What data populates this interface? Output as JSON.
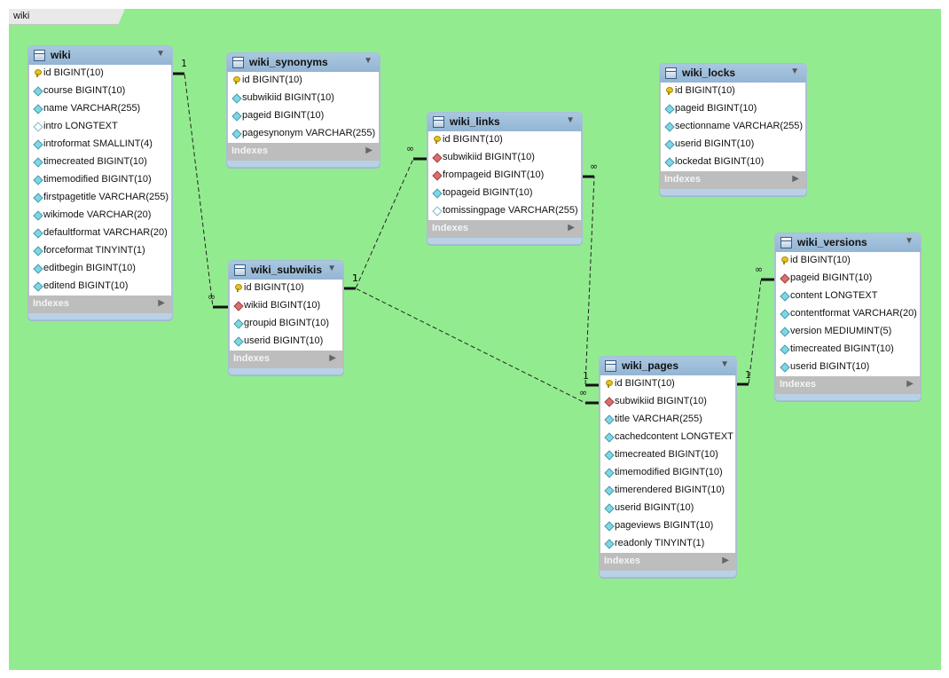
{
  "layer": {
    "name": "wiki"
  },
  "tables": [
    {
      "name": "wiki",
      "indexes_label": "Indexes",
      "columns": [
        {
          "icon": "key",
          "text": "id BIGINT(10)"
        },
        {
          "icon": "attr",
          "text": "course BIGINT(10)"
        },
        {
          "icon": "attr",
          "text": "name VARCHAR(255)"
        },
        {
          "icon": "nattr",
          "text": "intro LONGTEXT"
        },
        {
          "icon": "attr",
          "text": "introformat SMALLINT(4)"
        },
        {
          "icon": "attr",
          "text": "timecreated BIGINT(10)"
        },
        {
          "icon": "attr",
          "text": "timemodified BIGINT(10)"
        },
        {
          "icon": "attr",
          "text": "firstpagetitle VARCHAR(255)"
        },
        {
          "icon": "attr",
          "text": "wikimode VARCHAR(20)"
        },
        {
          "icon": "attr",
          "text": "defaultformat VARCHAR(20)"
        },
        {
          "icon": "attr",
          "text": "forceformat TINYINT(1)"
        },
        {
          "icon": "attr",
          "text": "editbegin BIGINT(10)"
        },
        {
          "icon": "attr",
          "text": "editend BIGINT(10)"
        }
      ]
    },
    {
      "name": "wiki_synonyms",
      "indexes_label": "Indexes",
      "columns": [
        {
          "icon": "key",
          "text": "id BIGINT(10)"
        },
        {
          "icon": "attr",
          "text": "subwikiid BIGINT(10)"
        },
        {
          "icon": "attr",
          "text": "pageid BIGINT(10)"
        },
        {
          "icon": "attr",
          "text": "pagesynonym VARCHAR(255)"
        }
      ]
    },
    {
      "name": "wiki_links",
      "indexes_label": "Indexes",
      "columns": [
        {
          "icon": "key",
          "text": "id BIGINT(10)"
        },
        {
          "icon": "fk",
          "text": "subwikiid BIGINT(10)"
        },
        {
          "icon": "fk",
          "text": "frompageid BIGINT(10)"
        },
        {
          "icon": "attr",
          "text": "topageid BIGINT(10)"
        },
        {
          "icon": "nattr",
          "text": "tomissingpage VARCHAR(255)"
        }
      ]
    },
    {
      "name": "wiki_locks",
      "indexes_label": "Indexes",
      "columns": [
        {
          "icon": "key",
          "text": "id BIGINT(10)"
        },
        {
          "icon": "attr",
          "text": "pageid BIGINT(10)"
        },
        {
          "icon": "attr",
          "text": "sectionname VARCHAR(255)"
        },
        {
          "icon": "attr",
          "text": "userid BIGINT(10)"
        },
        {
          "icon": "attr",
          "text": "lockedat BIGINT(10)"
        }
      ]
    },
    {
      "name": "wiki_subwikis",
      "indexes_label": "Indexes",
      "columns": [
        {
          "icon": "key",
          "text": "id BIGINT(10)"
        },
        {
          "icon": "fk",
          "text": "wikiid BIGINT(10)"
        },
        {
          "icon": "attr",
          "text": "groupid BIGINT(10)"
        },
        {
          "icon": "attr",
          "text": "userid BIGINT(10)"
        }
      ]
    },
    {
      "name": "wiki_versions",
      "indexes_label": "Indexes",
      "columns": [
        {
          "icon": "key",
          "text": "id BIGINT(10)"
        },
        {
          "icon": "fk",
          "text": "pageid BIGINT(10)"
        },
        {
          "icon": "attr",
          "text": "content LONGTEXT"
        },
        {
          "icon": "attr",
          "text": "contentformat VARCHAR(20)"
        },
        {
          "icon": "attr",
          "text": "version MEDIUMINT(5)"
        },
        {
          "icon": "attr",
          "text": "timecreated BIGINT(10)"
        },
        {
          "icon": "attr",
          "text": "userid BIGINT(10)"
        }
      ]
    },
    {
      "name": "wiki_pages",
      "indexes_label": "Indexes",
      "columns": [
        {
          "icon": "key",
          "text": "id BIGINT(10)"
        },
        {
          "icon": "fk",
          "text": "subwikiid BIGINT(10)"
        },
        {
          "icon": "attr",
          "text": "title VARCHAR(255)"
        },
        {
          "icon": "attr",
          "text": "cachedcontent LONGTEXT"
        },
        {
          "icon": "attr",
          "text": "timecreated BIGINT(10)"
        },
        {
          "icon": "attr",
          "text": "timemodified BIGINT(10)"
        },
        {
          "icon": "attr",
          "text": "timerendered BIGINT(10)"
        },
        {
          "icon": "attr",
          "text": "userid BIGINT(10)"
        },
        {
          "icon": "attr",
          "text": "pageviews BIGINT(10)"
        },
        {
          "icon": "attr",
          "text": "readonly TINYINT(1)"
        }
      ]
    }
  ],
  "relationships": [
    {
      "from": "wiki",
      "to": "wiki_subwikis",
      "from_label": "1",
      "to_label": "∞"
    },
    {
      "from": "wiki_subwikis",
      "to": "wiki_links",
      "from_label": "1",
      "to_label": "∞"
    },
    {
      "from": "wiki_subwikis",
      "to": "wiki_pages",
      "from_label": "1",
      "to_label": "∞"
    },
    {
      "from": "wiki_pages",
      "to": "wiki_links",
      "from_label": "1",
      "to_label": "∞"
    },
    {
      "from": "wiki_pages",
      "to": "wiki_versions",
      "from_label": "1",
      "to_label": "∞"
    }
  ]
}
